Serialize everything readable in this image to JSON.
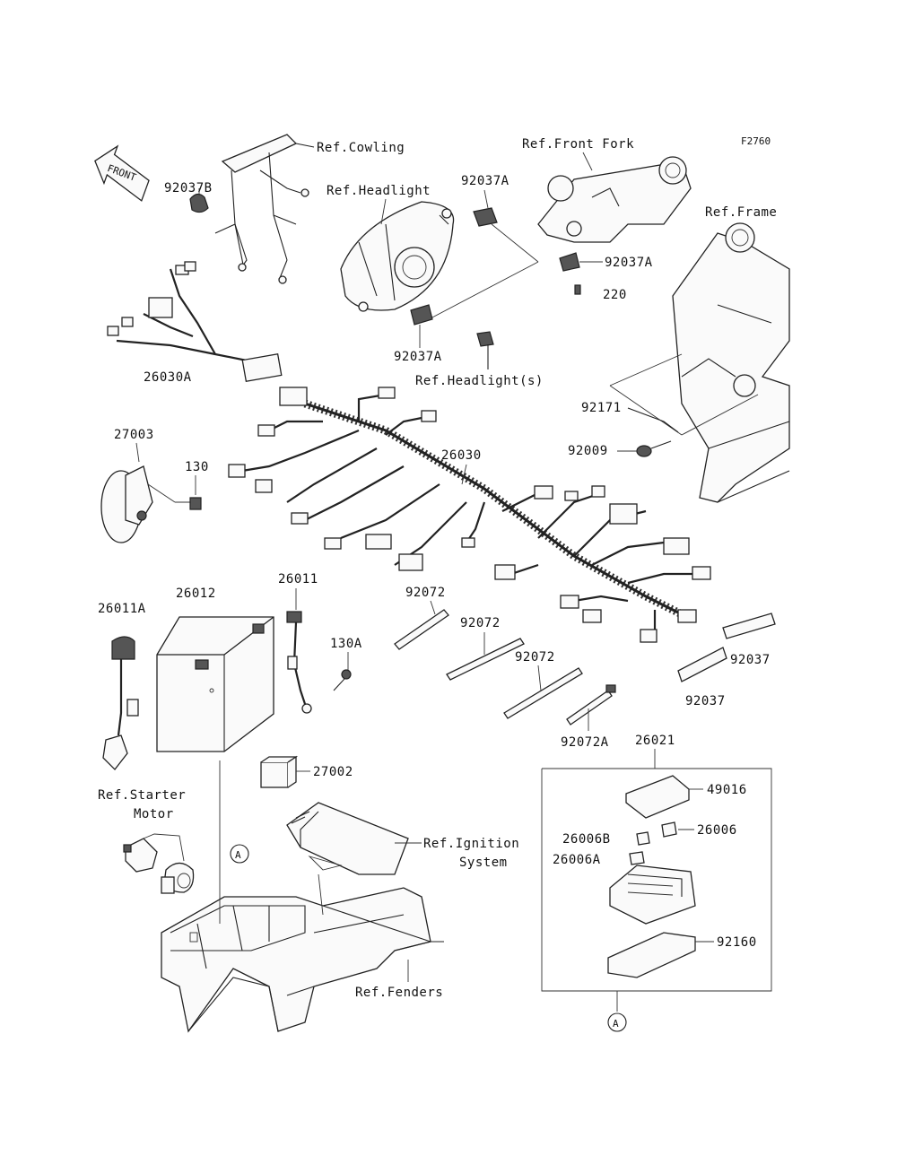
{
  "figure_code": "F2760",
  "front_label": "FRONT",
  "callout_marker": "A",
  "labels": {
    "ref_cowling": "Ref.Cowling",
    "ref_front_fork": "Ref.Front Fork",
    "ref_headlight": "Ref.Headlight",
    "ref_headlight_s": "Ref.Headlight(s)",
    "ref_frame": "Ref.Frame",
    "ref_starter_motor_1": "Ref.Starter",
    "ref_starter_motor_2": "Motor",
    "ref_ignition_1": "Ref.Ignition",
    "ref_ignition_2": "System",
    "ref_fenders": "Ref.Fenders",
    "p92037B": "92037B",
    "p92037A_top": "92037A",
    "p92037A_fork": "92037A",
    "p92037A_head": "92037A",
    "p220": "220",
    "p26030A": "26030A",
    "p92171": "92171",
    "p92009": "92009",
    "p27003": "27003",
    "p130": "130",
    "p26030": "26030",
    "p26012": "26012",
    "p26011": "26011",
    "p26011A": "26011A",
    "p130A": "130A",
    "p92072_a": "92072",
    "p92072_b": "92072",
    "p92072_c": "92072",
    "p92072A": "92072A",
    "p92037_a": "92037",
    "p92037_b": "92037",
    "p26021": "26021",
    "p49016": "49016",
    "p26006": "26006",
    "p26006B": "26006B",
    "p26006A": "26006A",
    "p92160": "92160",
    "p27002": "27002"
  }
}
